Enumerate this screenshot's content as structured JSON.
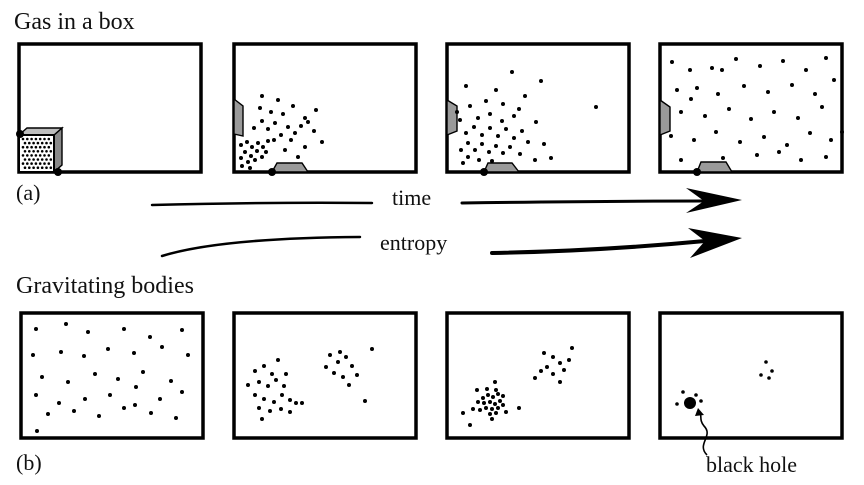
{
  "labels": {
    "section_a_title": "Gas in a box",
    "section_a_tag": "(a)",
    "time": "time",
    "entropy": "entropy",
    "section_b_title": "Gravitating bodies",
    "section_b_tag": "(b)",
    "black_hole": "black hole"
  },
  "colors": {
    "ink": "#000000",
    "door_fill": "#9a9a9a",
    "background": "#ffffff"
  }
}
